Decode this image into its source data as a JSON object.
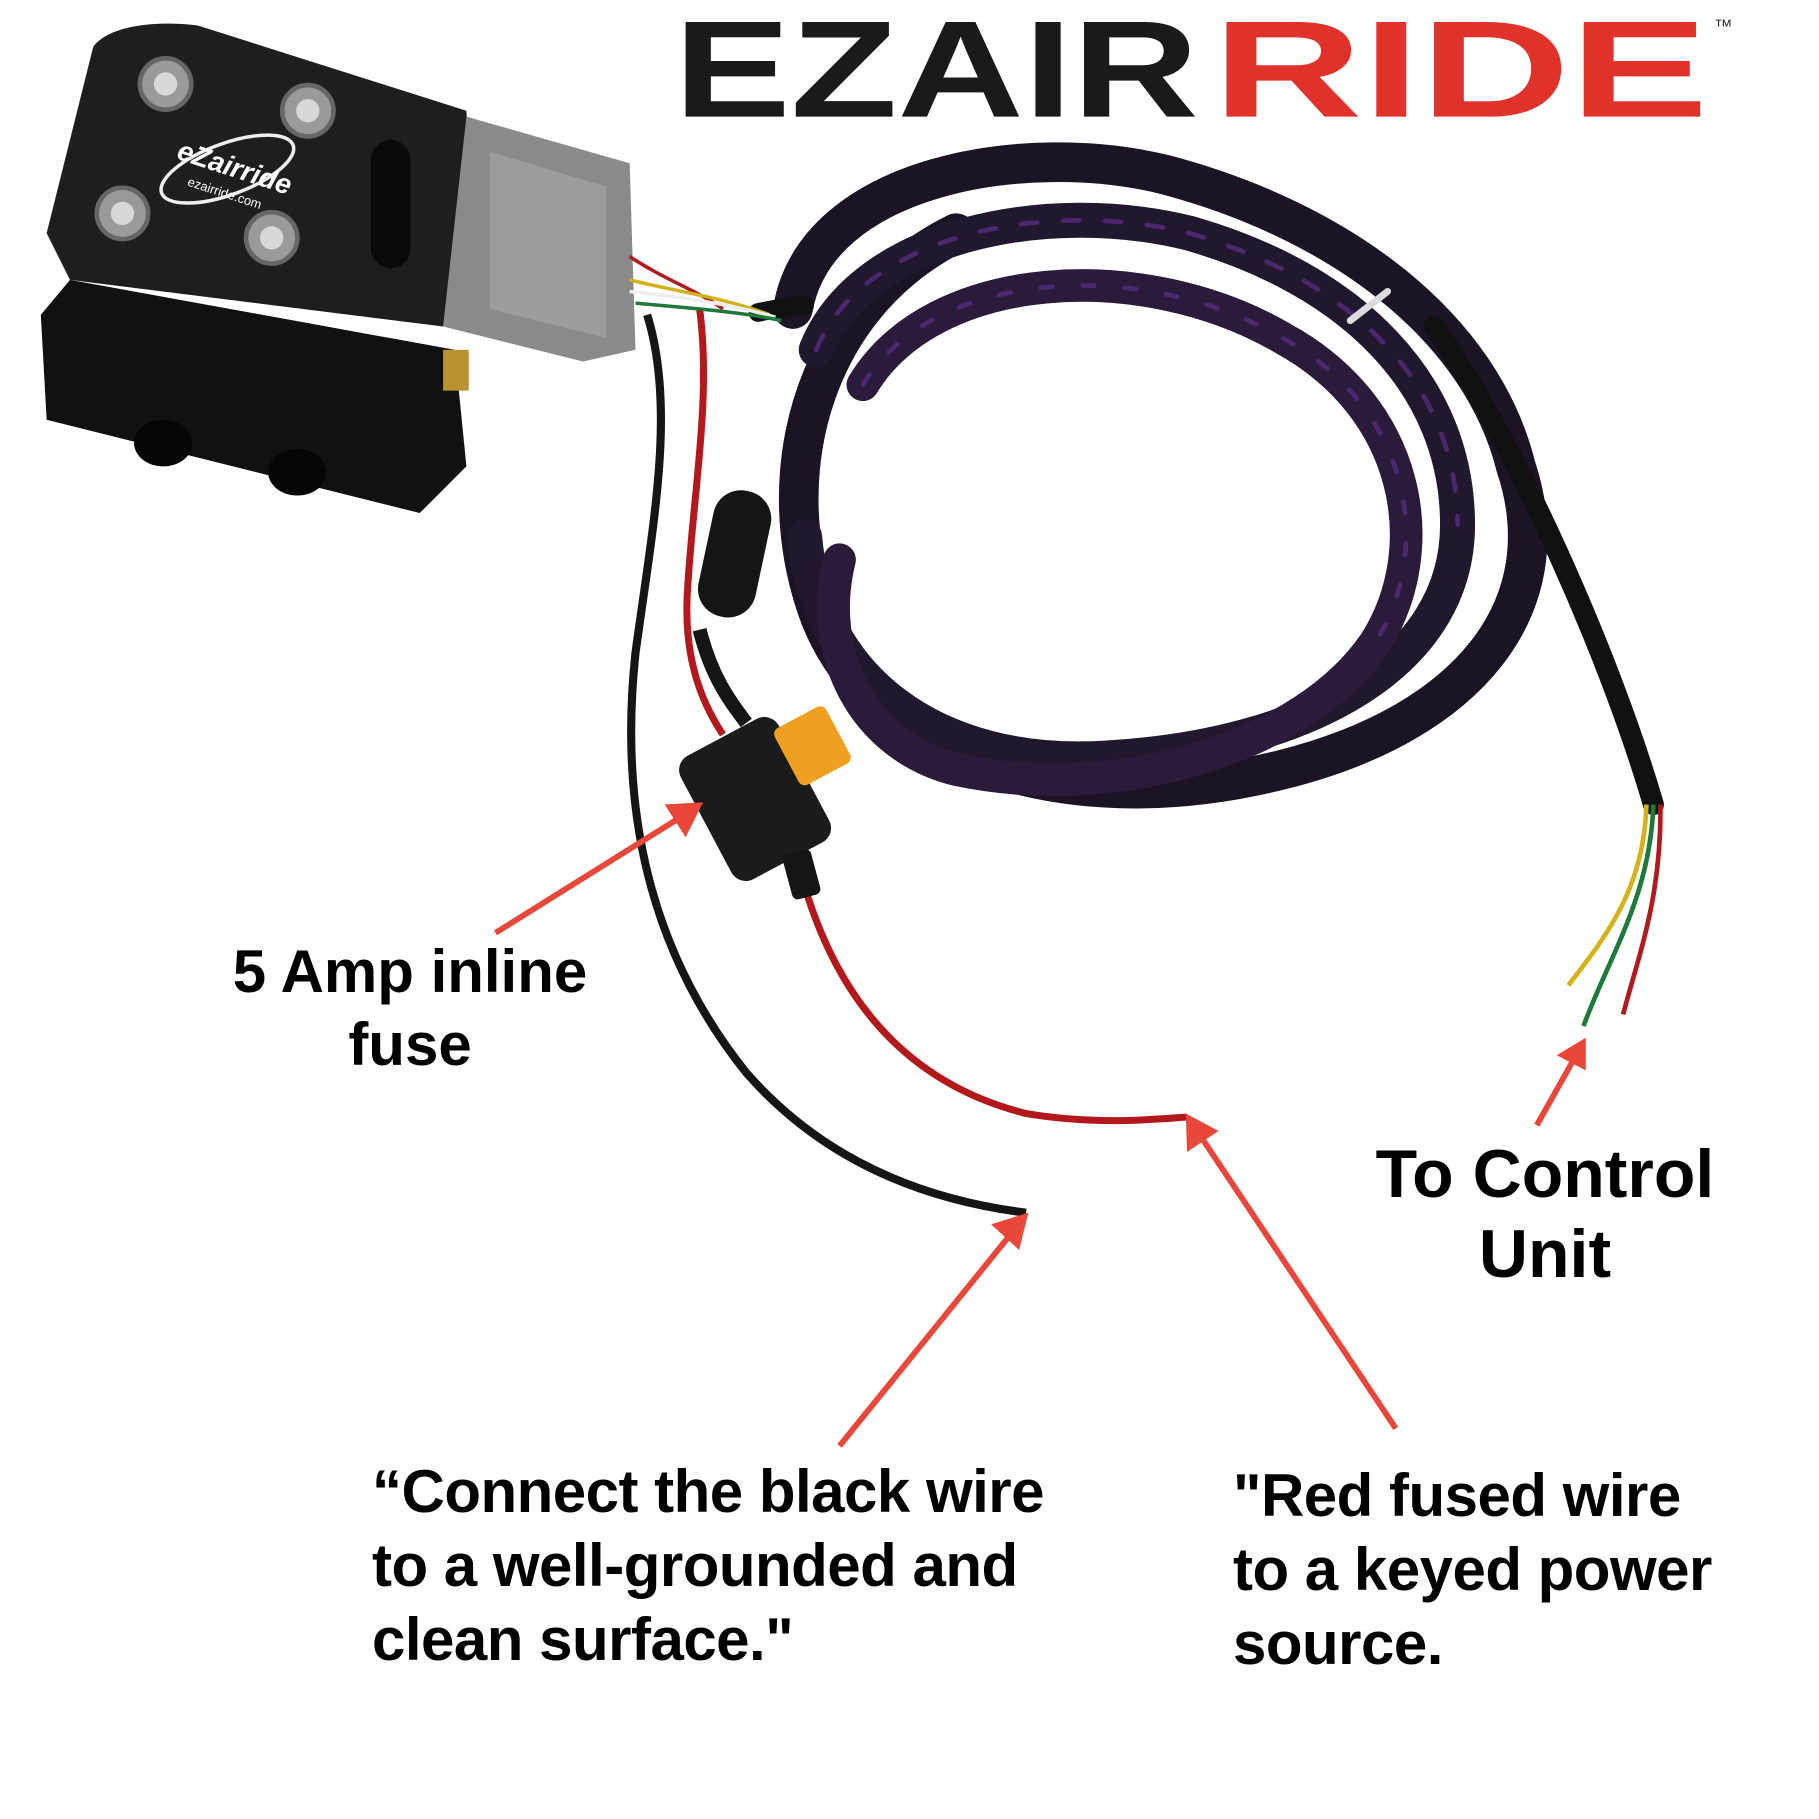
{
  "logo": {
    "text_dark": "EZAIR",
    "text_red": "RIDE",
    "trademark": "™",
    "brand_red": "#e0322b",
    "brand_dark": "#1a1a1a"
  },
  "device": {
    "badge_text": "eZairride",
    "badge_url": "ezairride.com"
  },
  "annotations": {
    "fuse": {
      "lines": [
        "5 Amp inline",
        "fuse"
      ]
    },
    "control_unit": {
      "lines": [
        "To Control",
        "Unit"
      ]
    },
    "black_wire": {
      "lines": [
        "“Connect the black wire",
        "to a well-grounded and",
        "clean surface.\""
      ]
    },
    "red_wire": {
      "lines": [
        "\"Red fused wire",
        "to a keyed power",
        "source."
      ]
    }
  },
  "colors": {
    "arrow": "#e8473a",
    "red_wire": "#b3191c",
    "black_wire": "#151515",
    "braid": "#2a1b3a",
    "braid_highlight": "#5b2d8a",
    "fuse": "#f0a020"
  }
}
